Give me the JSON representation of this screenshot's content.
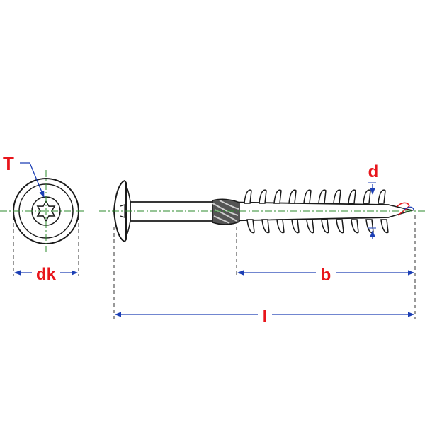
{
  "labels": {
    "drive": "T",
    "head_diameter": "dk",
    "thread_length": "b",
    "thread_diameter": "d",
    "total_length": "l"
  },
  "colors": {
    "outline": "#1a1a1a",
    "centerline": "#2e8b2e",
    "dimension": "#1c3fb5",
    "label": "#e8151b",
    "extension": "#333333"
  }
}
